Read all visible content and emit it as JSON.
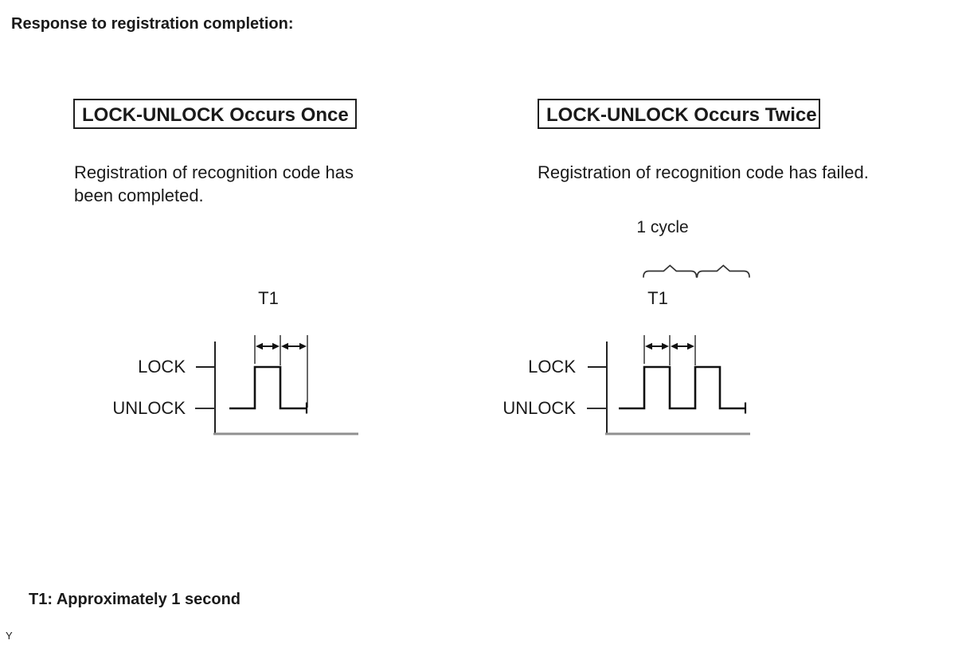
{
  "page": {
    "heading": "Response to registration completion:",
    "footnote": "T1: Approximately 1 second",
    "page_marker": "Y"
  },
  "panels": {
    "once": {
      "title": "LOCK-UNLOCK Occurs Once",
      "description_lines": [
        "Registration of recognition code has",
        "been completed."
      ],
      "diagram": {
        "t1_label": "T1",
        "lock_label": "LOCK",
        "unlock_label": "UNLOCK",
        "lock_unlock_pulses": 1
      }
    },
    "twice": {
      "title": "LOCK-UNLOCK Occurs Twice",
      "description_lines": [
        "Registration of recognition code has failed."
      ],
      "diagram": {
        "cycle_label": "1 cycle",
        "t1_label": "T1",
        "lock_label": "LOCK",
        "unlock_label": "UNLOCK",
        "lock_unlock_pulses": 2
      }
    }
  },
  "colors": {
    "ink": "#1a1a1a",
    "baseline_gray": "#909090",
    "dimension_gray": "#4d4d4d",
    "background": "#ffffff"
  }
}
